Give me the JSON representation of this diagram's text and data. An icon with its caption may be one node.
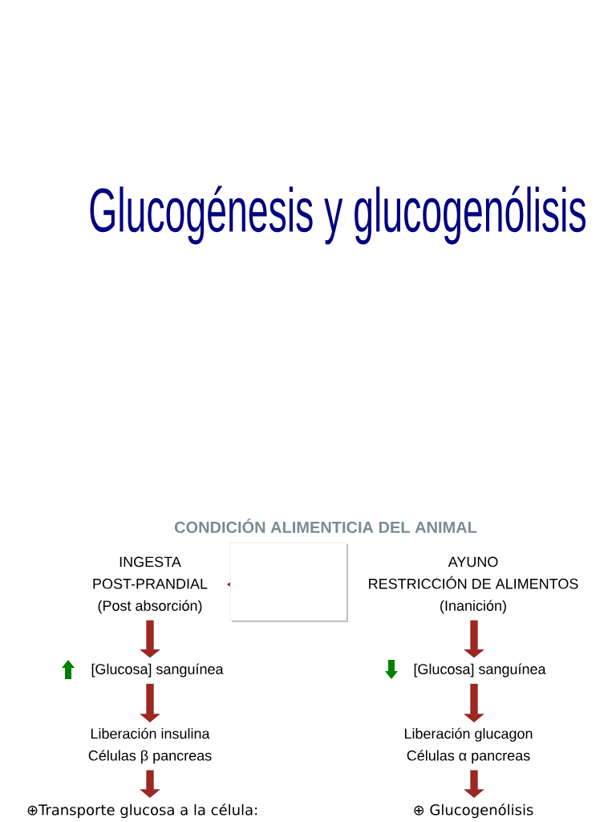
{
  "diagram": {
    "title": "Glucogénesis y glucogenólisis",
    "nodes": [
      {
        "text": [
          "INGESTA",
          "POST-PRANDIAL",
          "(Post absorción)"
        ]
      },
      {
        "text": [
          "AYUNO",
          "RESTRICCIÓN DE ALIMENTOS",
          "(Inanición)"
        ]
      },
      {
        "text": [
          "[Glucosa] sanguínea"
        ]
      },
      {
        "text": [
          "[Glucosa] sanguínea"
        ]
      },
      {
        "text": [
          "Liberación insulina",
          "Células β pancreas"
        ]
      },
      {
        "text": [
          "Liberación glucagon",
          "Células α pancreas"
        ]
      },
      {
        "text": [
          "⊕Transporte glucosa a la célula:"
        ]
      },
      {
        "text": [
          "⊕ Glucogenólisis"
        ]
      }
    ],
    "edges": [
      {
        "from": 0,
        "to": 2,
        "arrow": "to"
      },
      {
        "from": 2,
        "to": 4,
        "arrow": "to"
      },
      {
        "from": 4,
        "to": 6,
        "arrow": "to"
      },
      {
        "from": 1,
        "to": 3,
        "arrow": "to"
      },
      {
        "from": 3,
        "to": 5,
        "arrow": "to"
      },
      {
        "from": 5,
        "to": 7,
        "arrow": "to"
      }
    ],
    "labels": [
      "CONDICIÓN ALIMENTICIA DEL ANIMAL"
    ]
  }
}
